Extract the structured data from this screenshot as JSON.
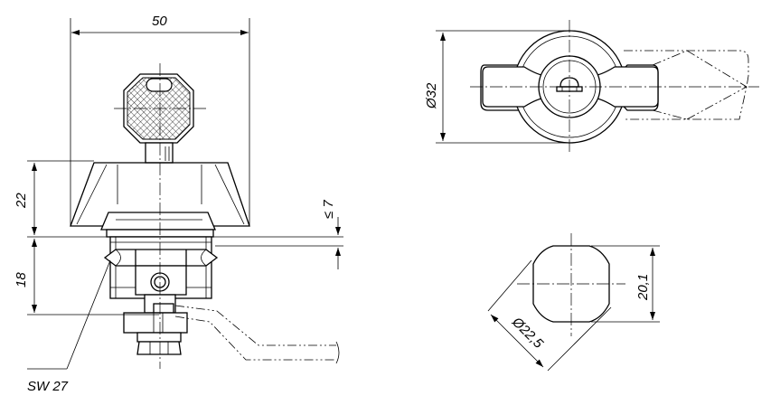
{
  "dimensions": {
    "width_top": "50",
    "diameter_handle": "Ø32",
    "height_upper": "22",
    "height_lower": "18",
    "max_thickness": "≤ 7",
    "across_flats_text": "SW 27",
    "flat_width": "20,1",
    "hole_diameter": "Ø22,5"
  },
  "colors": {
    "line": "#000000",
    "background": "#ffffff"
  }
}
